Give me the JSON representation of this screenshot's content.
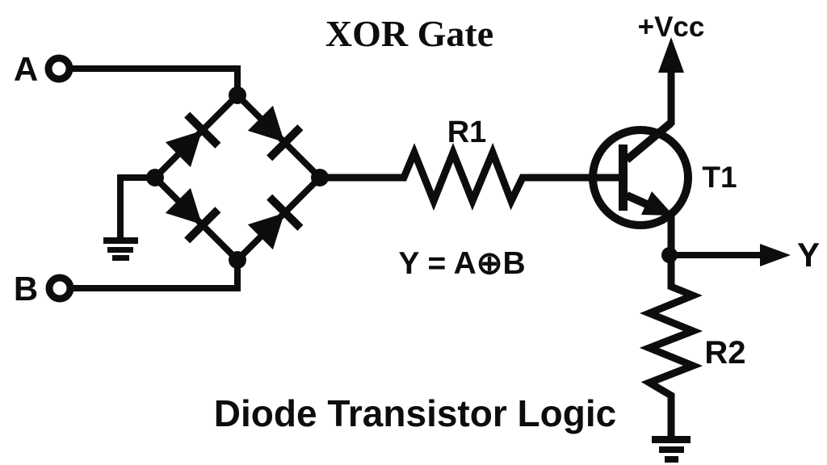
{
  "colors": {
    "background": "#ffffff",
    "ink": "#0d0d0d"
  },
  "title": "XOR Gate",
  "labels": {
    "input_a": "A",
    "input_b": "B",
    "resistor_r1": "R1",
    "resistor_r2": "R2",
    "transistor_t1": "T1",
    "supply": "+Vcc",
    "output": "Y",
    "equation": "Y = A⊕B",
    "caption": "Diode Transistor Logic"
  }
}
